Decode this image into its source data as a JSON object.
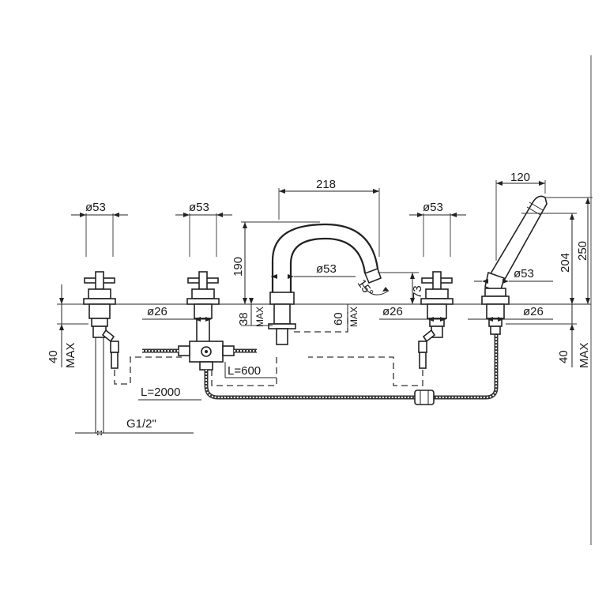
{
  "labels": {
    "dia53": "ø53",
    "dia26": "ø26",
    "d218": "218",
    "d120": "120",
    "d190": "190",
    "d73": "73",
    "d204": "204",
    "d250": "250",
    "angle15": "15°",
    "d38": "38",
    "d60": "60",
    "d40": "40",
    "max": "MAX",
    "l600": "L=600",
    "l2000": "L=2000",
    "g12": "G1/2\""
  }
}
